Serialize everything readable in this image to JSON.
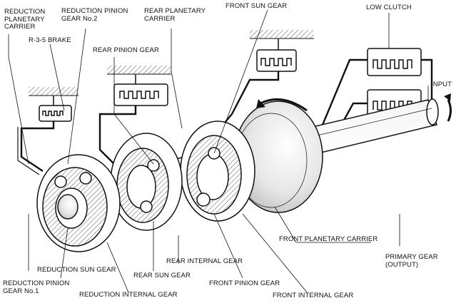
{
  "labels": {
    "reduction_planetary_carrier": "REDUCTION\nPLANETARY\nCARRIER",
    "reduction_pinion_gear_2": "REDUCTION PINION\nGEAR No.2",
    "rear_planetary_carrier": "REAR PLANETARY\nCARRIER",
    "front_sun_gear": "FRONT SUN GEAR",
    "low_clutch": "LOW CLUTCH",
    "r35_brake": "R-3-5 BRAKE",
    "rear_pinion_gear": "REAR PINION GEAR",
    "input": "INPUT",
    "front_planetary_carrier": "FRONT PLANETARY CARRIER",
    "primary_gear_output": "PRIMARY GEAR\n(OUTPUT)",
    "rear_internal_gear": "REAR INTERNAL GEAR",
    "reduction_sun_gear": "REDUCTION SUN GEAR",
    "rear_sun_gear": "REAR SUN GEAR",
    "reduction_pinion_gear_1": "REDUCTION PINION\nGEAR No.1",
    "front_pinion_gear": "FRONT PINION GEAR",
    "reduction_internal_gear": "REDUCTION INTERNAL GEAR",
    "front_internal_gear": "FRONT INTERNAL GEAR"
  },
  "colors": {
    "ink": "#111111",
    "hatch": "#555555",
    "shade": "#dddddd"
  }
}
